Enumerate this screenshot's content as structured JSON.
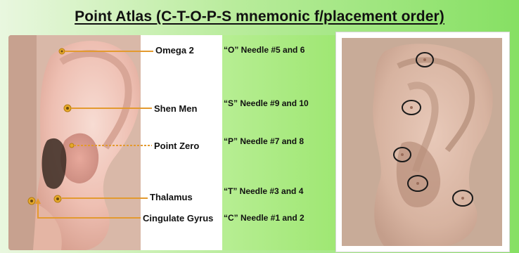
{
  "title": "Point Atlas (C-T-O-P-S mnemonic f/placement order)",
  "points": [
    {
      "label": "Omega 2",
      "needle": "“O” Needle #5 and 6"
    },
    {
      "label": "Shen Men",
      "needle": "“S” Needle #9 and 10"
    },
    {
      "label": "Point Zero",
      "needle": "“P” Needle #7 and 8"
    },
    {
      "label": "Thalamus",
      "needle": "“T” Needle #3 and 4"
    },
    {
      "label": "Cingulate Gyrus",
      "needle": "“C” Needle #1 and 2"
    }
  ],
  "colors": {
    "marker": "#e5a92a",
    "leader_line": "#e39a2f",
    "circle": "#1a1a1a"
  }
}
